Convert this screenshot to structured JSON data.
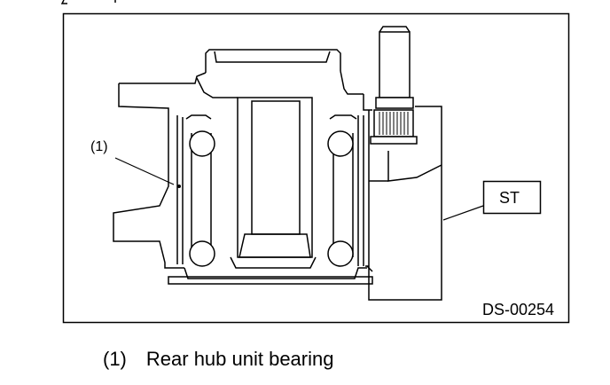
{
  "figure": {
    "callout_1": "(1)",
    "st_label": "ST",
    "figure_code": "DS-00254"
  },
  "legend": [
    {
      "marker": "(1)",
      "text": "Rear hub unit bearing"
    }
  ]
}
